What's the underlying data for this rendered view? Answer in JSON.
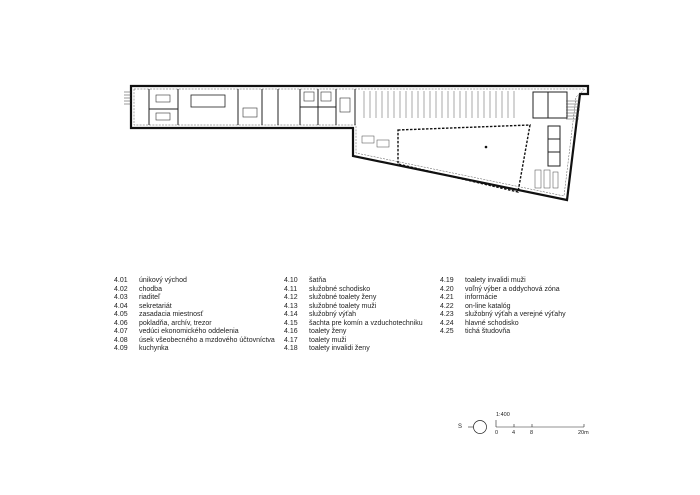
{
  "legend": {
    "col1": [
      {
        "num": "4.01",
        "label": "únikový východ"
      },
      {
        "num": "4.02",
        "label": "chodba"
      },
      {
        "num": "4.03",
        "label": "riaditeľ"
      },
      {
        "num": "4.04",
        "label": "sekretariát"
      },
      {
        "num": "4.05",
        "label": "zasadacia miestnosť"
      },
      {
        "num": "4.06",
        "label": "pokladňa, archív, trezor"
      },
      {
        "num": "4.07",
        "label": "vedúci ekonomického oddelenia"
      },
      {
        "num": "4.08",
        "label": "úsek všeobecného a mzdového účtovníctva"
      },
      {
        "num": "4.09",
        "label": "kuchynka"
      }
    ],
    "col2": [
      {
        "num": "4.10",
        "label": "šatňa"
      },
      {
        "num": "4.11",
        "label": "služobné schodisko"
      },
      {
        "num": "4.12",
        "label": "služobné toalety ženy"
      },
      {
        "num": "4.13",
        "label": "služobné toalety muži"
      },
      {
        "num": "4.14",
        "label": "služobný výťah"
      },
      {
        "num": "4.15",
        "label": "šachta pre komín a vzduchotechniku"
      },
      {
        "num": "4.16",
        "label": "toalety ženy"
      },
      {
        "num": "4.17",
        "label": "toalety muži"
      },
      {
        "num": "4.18",
        "label": "toalety invalidi ženy"
      }
    ],
    "col3": [
      {
        "num": "4.19",
        "label": "toalety invalidi muži"
      },
      {
        "num": "4.20",
        "label": "voľný výber a oddychová zóna"
      },
      {
        "num": "4.21",
        "label": "informácie"
      },
      {
        "num": "4.22",
        "label": "on-line katalóg"
      },
      {
        "num": "4.23",
        "label": "služobný výťah a verejné výťahy"
      },
      {
        "num": "4.24",
        "label": "hlavné schodisko"
      },
      {
        "num": "4.25",
        "label": "tichá študovňa"
      }
    ]
  },
  "north_arrow": {
    "letter": "S"
  },
  "scale": {
    "ratio": "1:400",
    "ticks": [
      "0",
      "4",
      "8",
      "20m"
    ]
  }
}
